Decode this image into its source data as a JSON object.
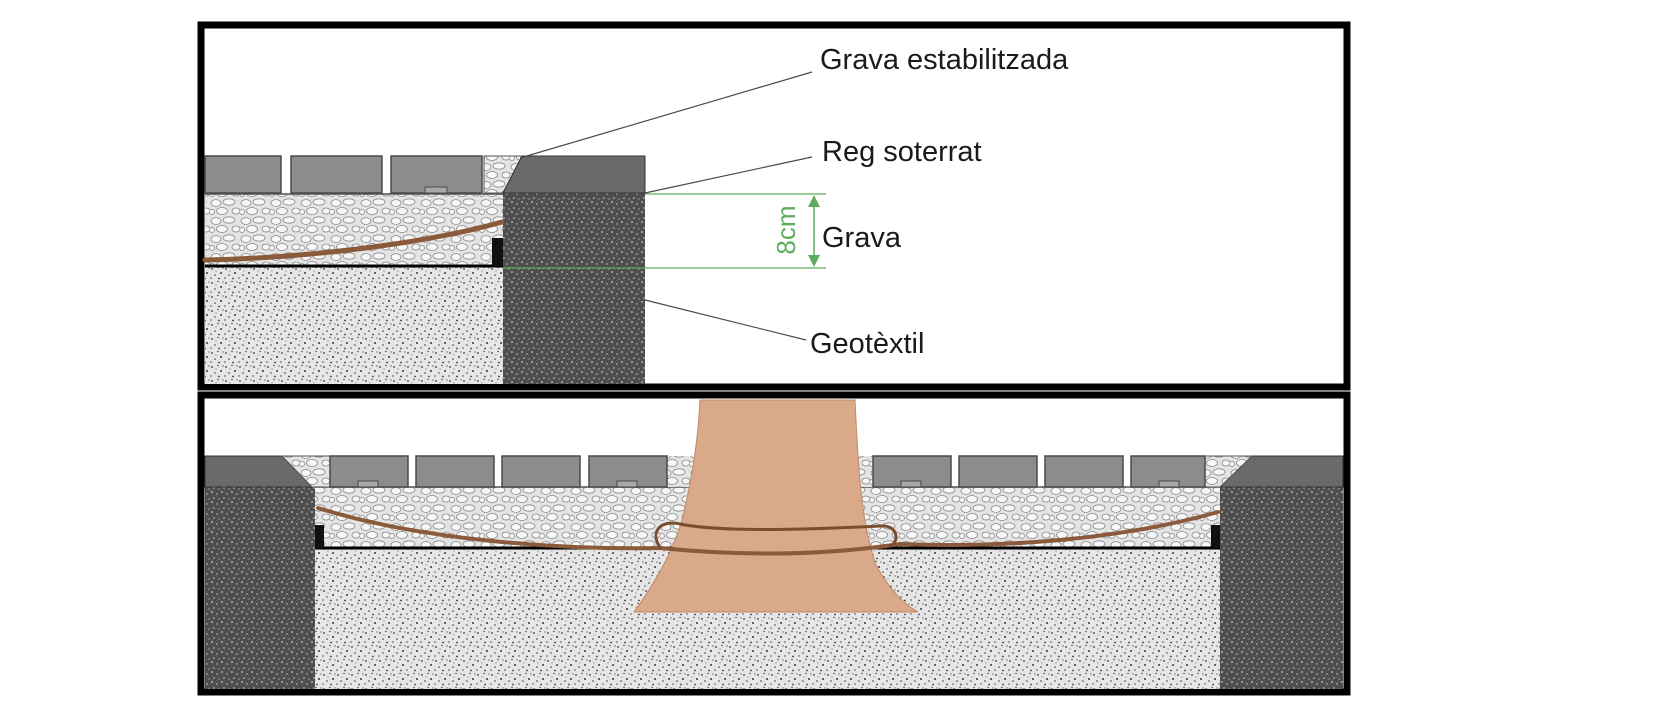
{
  "labels": {
    "stabilized_gravel": "Grava estabilitzada",
    "underground_irrigation": "Reg soterrat",
    "gravel": "Grava",
    "geotextile": "Geotèxtil",
    "gravel_depth": "8cm"
  },
  "colors": {
    "frame": "#000000",
    "paver": "#8c8c8c",
    "paver_top": "#a8a8a8",
    "curb_cap": "#6a6a6a",
    "soil": "#e6e6e6",
    "soil_speckle": "#3a3a3a",
    "curb_body": "#555555",
    "gravel_bg": "#e4e4e4",
    "gravel_stone": "#f6f6f6",
    "pipe": "#8a5a3b",
    "tree_trunk": "#d9a98a",
    "dimension": "#5cad5c",
    "leader": "#4a4a4a"
  }
}
